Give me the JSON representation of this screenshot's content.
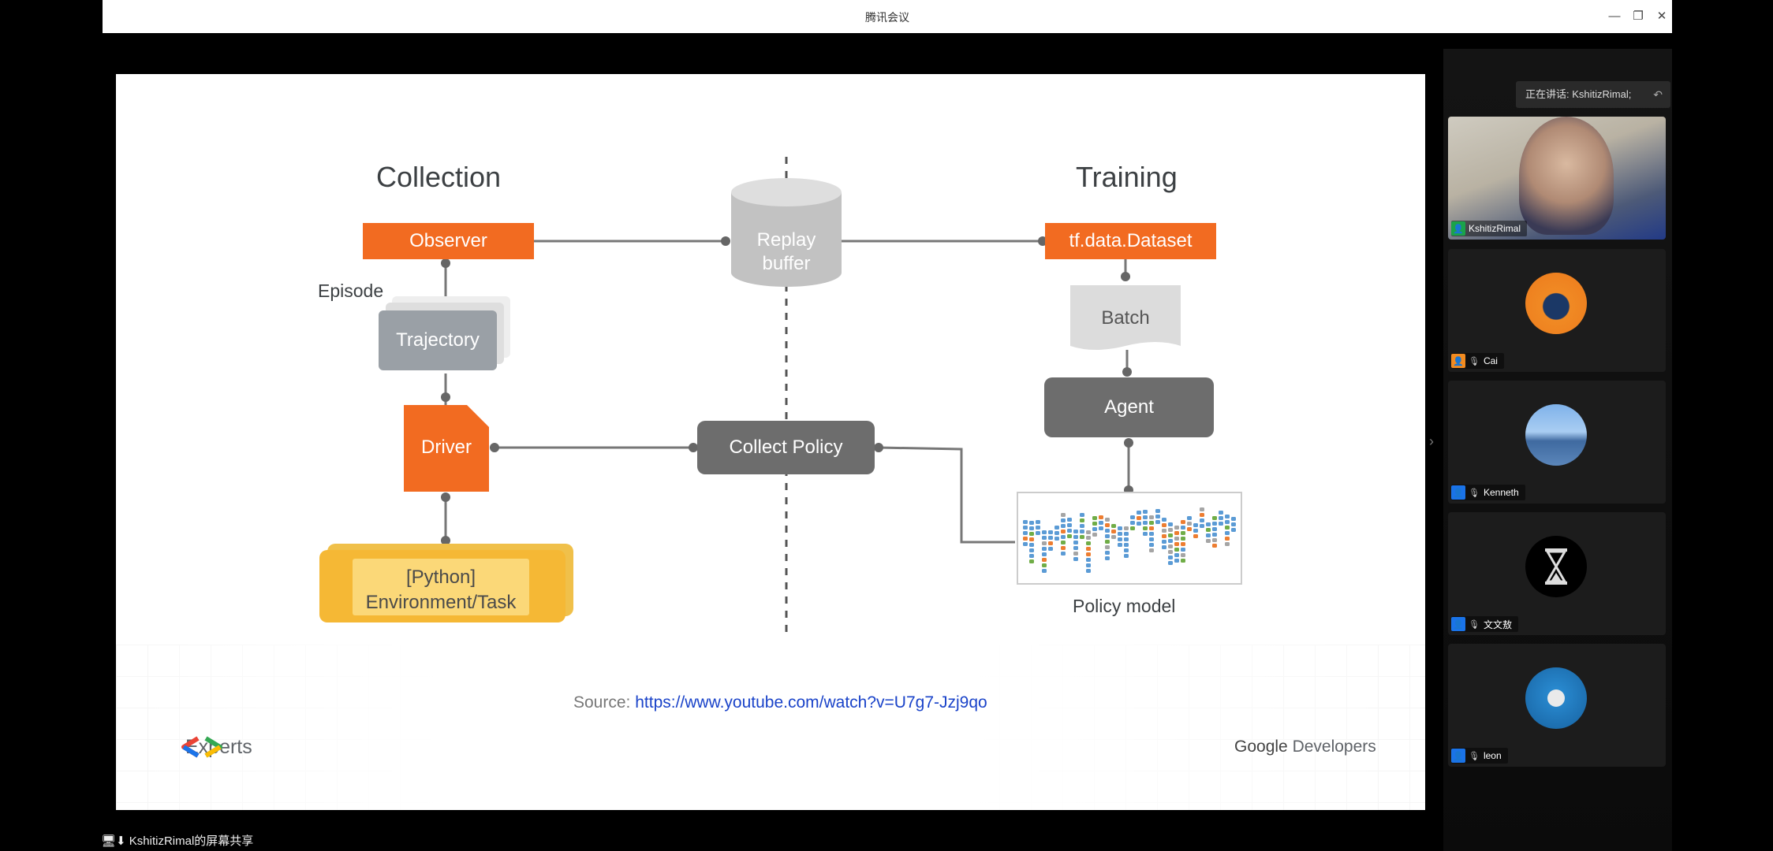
{
  "window": {
    "title": "腾讯会议",
    "min_icon": "—",
    "max_icon": "❐",
    "close_icon": "✕"
  },
  "slide": {
    "collection_heading": "Collection",
    "training_heading": "Training",
    "observer": "Observer",
    "replay_line1": "Replay",
    "replay_line2": "buffer",
    "dataset": "tf.data.Dataset",
    "episode": "Episode",
    "trajectory": "Trajectory",
    "batch": "Batch",
    "agent": "Agent",
    "driver": "Driver",
    "collect_policy": "Collect Policy",
    "env_line1": "[Python]",
    "env_line2": "Environment/Task",
    "policy_model": "Policy model",
    "source_label": "Source:",
    "source_url": "https://www.youtube.com/watch?v=U7g7-Jzj9qo",
    "experts_label": "Experts",
    "google_word": "Google",
    "developers_word": "Developers"
  },
  "panel": {
    "speaking_text": "正在讲话: KshitizRimal;",
    "back_icon": "↶",
    "participants": [
      {
        "name": "KshitizRimal",
        "icon_color": "#1aa34a"
      },
      {
        "name": "Cai",
        "icon_color": "#f28b20"
      },
      {
        "name": "Kenneth",
        "icon_color": "#1a73e8"
      },
      {
        "name": "文文敖",
        "icon_color": "#1a73e8"
      },
      {
        "name": "leon",
        "icon_color": "#1a73e8"
      }
    ]
  },
  "share_bar": {
    "text": "KshitizRimal的屏幕共享"
  }
}
